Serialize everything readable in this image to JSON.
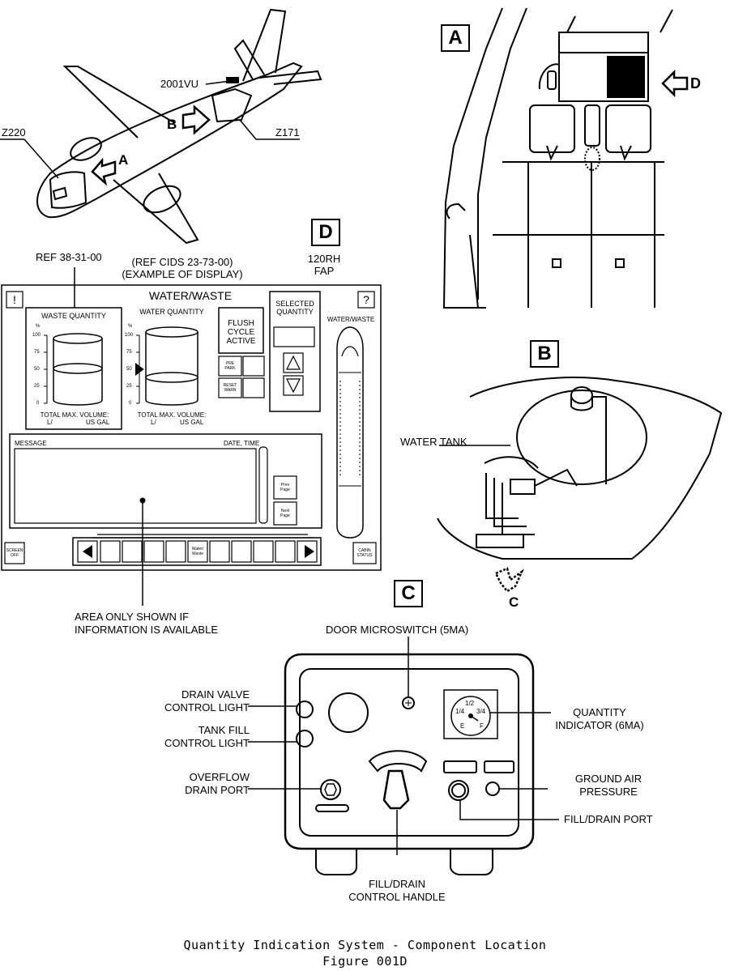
{
  "aircraft": {
    "zone_forward": "Z220",
    "zone_rear": "Z171",
    "panel": "2001VU",
    "arrow_a": "A",
    "arrow_b": "B"
  },
  "view_letters": {
    "a": "A",
    "b": "B",
    "c": "C",
    "d": "D"
  },
  "view_a": {
    "arrow_label": "D"
  },
  "view_b": {
    "tank_label": "WATER TANK",
    "arrow_label": "C"
  },
  "view_d": {
    "ref_ata": "REF 38-31-00",
    "ref_cids_line1": "(REF CIDS 23-73-00)",
    "ref_cids_line2": "(EXAMPLE OF DISPLAY)",
    "fap_line1": "120RH",
    "fap_line2": "FAP",
    "screen_title": "WATER/WASTE",
    "help_button": "?",
    "alert_button": "!",
    "waste_title": "WASTE QUANTITY",
    "water_title": "WATER QUANTITY",
    "percent_unit": "%",
    "scale_ticks": [
      "100",
      "75",
      "50",
      "25",
      "0"
    ],
    "total_volume": "TOTAL MAX. VOLUME:",
    "unit_l": "L/",
    "unit_gal": "US GAL",
    "flush_status_line1": "FLUSH",
    "flush_status_line2": "CYCLE",
    "flush_status_line3": "ACTIVE",
    "selected_qty_line1": "SELECTED",
    "selected_qty_line2": "QUANTITY",
    "pre_park_line1": "PRE",
    "pre_park_line2": "PARK",
    "reset_line1": "RESET",
    "reset_line2": "WARN",
    "aircraft_label": "WATER/WASTE",
    "message_header": "MESSAGE",
    "date_header": "DATE, TIME",
    "prev_page_line1": "Prev",
    "prev_page_line2": "Page",
    "next_page_line1": "Next",
    "next_page_line2": "Page",
    "screen_off_line1": "SCREEN",
    "screen_off_line2": "OFF",
    "cabin_status_line1": "CABIN",
    "cabin_status_line2": "STATUS",
    "water_waste_key_line1": "Water/",
    "water_waste_key_line2": "Waste",
    "water_level": 0.5,
    "area_note_line1": "AREA ONLY SHOWN IF",
    "area_note_line2": "INFORMATION IS AVAILABLE"
  },
  "view_c": {
    "door_microswitch": "DOOR MICROSWITCH (5MA)",
    "drain_valve_line1": "DRAIN VALVE",
    "drain_valve_line2": "CONTROL LIGHT",
    "tank_fill_line1": "TANK FILL",
    "tank_fill_line2": "CONTROL LIGHT",
    "overflow_line1": "OVERFLOW",
    "overflow_line2": "DRAIN PORT",
    "quantity_line1": "QUANTITY",
    "quantity_line2": "INDICATOR (6MA)",
    "ground_air_line1": "GROUND AIR",
    "ground_air_line2": "PRESSURE",
    "fill_drain_port": "FILL/DRAIN PORT",
    "handle_line1": "FILL/DRAIN",
    "handle_line2": "CONTROL HANDLE",
    "gauge_half": "1/2",
    "gauge_quarter": "1/4",
    "gauge_three_quarter": "3/4",
    "gauge_empty": "E",
    "gauge_full": "F"
  },
  "caption": {
    "line1": "Quantity Indication System - Component Location",
    "line2": "Figure 001D"
  }
}
